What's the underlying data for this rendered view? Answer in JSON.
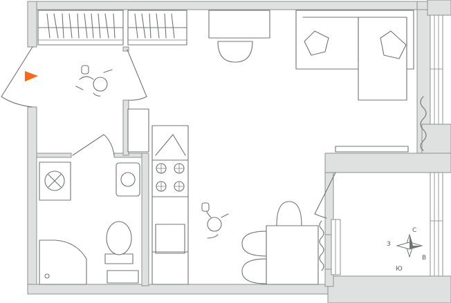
{
  "colors": {
    "wall_fill": "#dfe0e0",
    "line": "#6f7374",
    "entrance_marker": "#f26b1d"
  },
  "compass": {
    "north": "С",
    "east": "В",
    "south": "Ю",
    "west": "З"
  },
  "icons": {
    "entrance": "entrance-arrow-icon",
    "compass": "compass-rose-icon"
  }
}
